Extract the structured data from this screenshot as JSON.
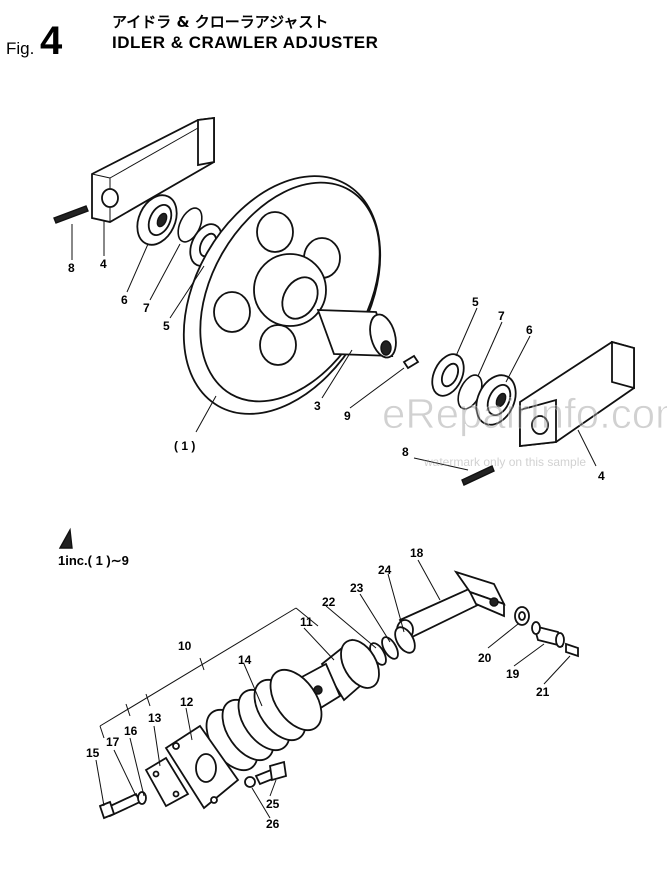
{
  "header": {
    "fig_label": "Fig.",
    "fig_number": "4",
    "title_japanese": "アイドラ & クローラアジャスト",
    "title_english": "IDLER & CRAWLER ADJUSTER"
  },
  "upper_callouts": {
    "c8_left": "8",
    "c4_left": "4",
    "c6_left": "6",
    "c7_left": "7",
    "c5_left": "5",
    "c3": "3",
    "c9": "9",
    "c1": "( 1 )",
    "c5_right": "5",
    "c7_right": "7",
    "c6_right": "6",
    "c4_right": "4",
    "c8_right": "8"
  },
  "inclusion_note": "1inc.( 1 )∼9",
  "lower_callouts": {
    "c10": "10",
    "c11": "11",
    "c12": "12",
    "c13": "13",
    "c14": "14",
    "c15": "15",
    "c16": "16",
    "c17": "17",
    "c18": "18",
    "c19": "19",
    "c20": "20",
    "c21": "21",
    "c22": "22",
    "c23": "23",
    "c24": "24",
    "c25": "25",
    "c26": "26"
  },
  "watermark": {
    "main": "eRepairInfo.com",
    "sub": "watermark only on this sample"
  }
}
